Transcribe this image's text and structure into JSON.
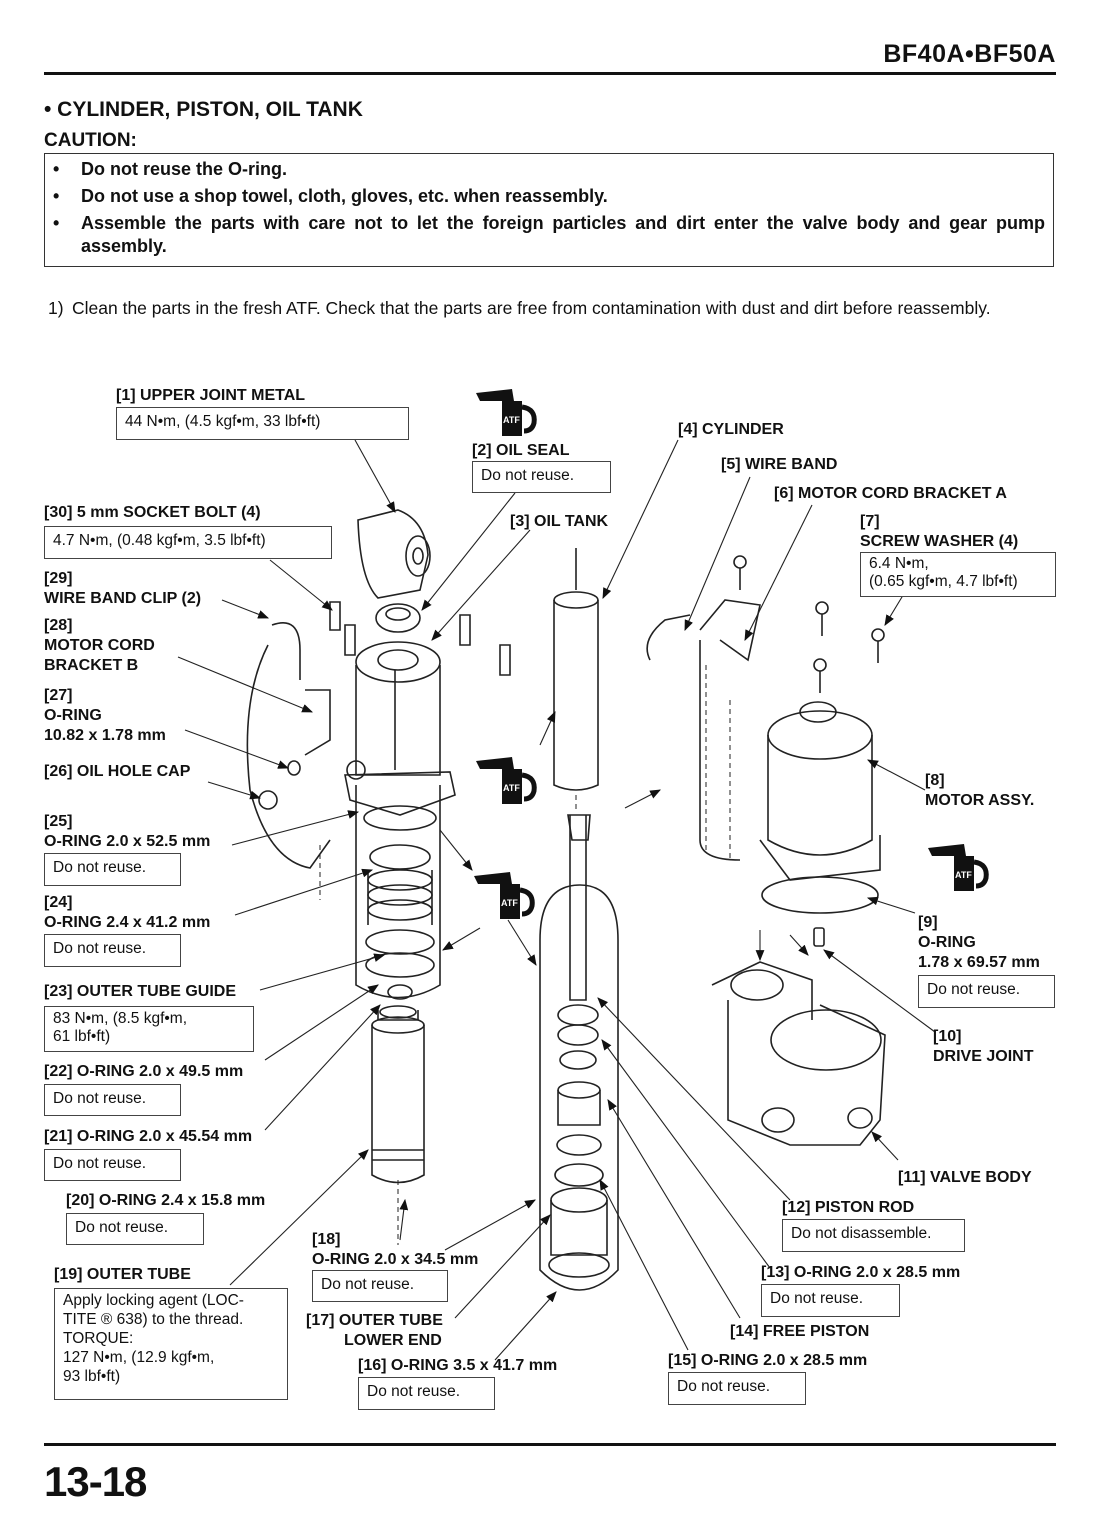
{
  "header": {
    "model": "BF40A•BF50A"
  },
  "section_title": "• CYLINDER, PISTON, OIL TANK",
  "caution": {
    "title": "CAUTION:",
    "items": [
      "Do not reuse the O-ring.",
      "Do not use a shop towel, cloth, gloves, etc. when reassembly.",
      "Assemble the parts with care not to let the foreign particles and dirt enter the valve body and gear pump assembly."
    ]
  },
  "step1": {
    "num": "1)",
    "text": "Clean the parts in the fresh ATF. Check that the parts are free from contamination with dust and dirt before reassembly."
  },
  "atf_label": "ATF",
  "parts": {
    "p1": {
      "label": "[1] UPPER JOINT METAL",
      "note": "44 N•m, (4.5 kgf•m, 33 lbf•ft)"
    },
    "p2": {
      "label": "[2] OIL SEAL",
      "note": "Do not reuse."
    },
    "p3": {
      "label": "[3] OIL TANK"
    },
    "p4": {
      "label": "[4] CYLINDER"
    },
    "p5": {
      "label": "[5] WIRE BAND"
    },
    "p6": {
      "label": "[6] MOTOR CORD BRACKET A"
    },
    "p7": {
      "num": "[7]",
      "label": "SCREW WASHER (4)",
      "note1": "6.4 N•m,",
      "note2": "(0.65 kgf•m, 4.7 lbf•ft)"
    },
    "p8": {
      "num": "[8]",
      "label": "MOTOR ASSY."
    },
    "p9": {
      "num": "[9]",
      "label": "O-RING",
      "size": "1.78 x 69.57 mm",
      "note": "Do not reuse."
    },
    "p10": {
      "num": "[10]",
      "label": "DRIVE JOINT"
    },
    "p11": {
      "label": "[11] VALVE BODY"
    },
    "p12": {
      "label": "[12] PISTON ROD",
      "note": "Do not disassemble."
    },
    "p13": {
      "label": "[13] O-RING 2.0 x 28.5 mm",
      "note": "Do not reuse."
    },
    "p14": {
      "label": "[14] FREE PISTON"
    },
    "p15": {
      "label": "[15] O-RING 2.0 x 28.5 mm",
      "note": "Do not reuse."
    },
    "p16": {
      "label": "[16] O-RING 3.5 x 41.7 mm",
      "note": "Do not reuse."
    },
    "p17": {
      "label1": "[17] OUTER TUBE",
      "label2": "LOWER END"
    },
    "p18": {
      "num": "[18]",
      "label": "O-RING 2.0 x 34.5 mm",
      "note": "Do not reuse."
    },
    "p19": {
      "label": "[19] OUTER TUBE",
      "note1": "Apply locking agent (LOC-",
      "note2": "TITE ® 638) to the thread.",
      "note3": "TORQUE:",
      "note4": "127 N•m, (12.9 kgf•m,",
      "note5": "93 lbf•ft)"
    },
    "p20": {
      "label": "[20] O-RING 2.4 x 15.8 mm",
      "note": "Do not reuse."
    },
    "p21": {
      "label": "[21] O-RING 2.0 x 45.54 mm",
      "note": "Do not reuse."
    },
    "p22": {
      "label": "[22] O-RING 2.0 x 49.5 mm",
      "note": "Do not reuse."
    },
    "p23": {
      "label": "[23] OUTER TUBE GUIDE",
      "note1": "83 N•m, (8.5 kgf•m,",
      "note2": "61 lbf•ft)"
    },
    "p24": {
      "num": "[24]",
      "label": "O-RING 2.4 x 41.2 mm",
      "note": "Do not reuse."
    },
    "p25": {
      "num": "[25]",
      "label": "O-RING 2.0 x 52.5 mm",
      "note": "Do not reuse."
    },
    "p26": {
      "label": "[26] OIL HOLE CAP"
    },
    "p27": {
      "num": "[27]",
      "label": "O-RING",
      "size": "10.82 x 1.78 mm"
    },
    "p28": {
      "num": "[28]",
      "label1": "MOTOR CORD",
      "label2": "BRACKET B"
    },
    "p29": {
      "num": "[29]",
      "label": "WIRE BAND CLIP (2)"
    },
    "p30": {
      "label": "[30] 5 mm SOCKET BOLT (4)",
      "note": "4.7 N•m, (0.48 kgf•m, 3.5 lbf•ft)"
    }
  },
  "page_number": "13-18"
}
